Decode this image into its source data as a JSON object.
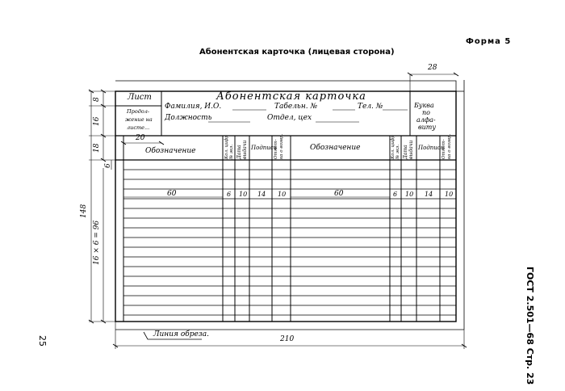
{
  "form_label": "Форма 5",
  "title": "Абонентская карточка (лицевая сторона)",
  "card": {
    "sheet_label": "Лист",
    "heading": "Абонентская карточка",
    "continuation": [
      "Продол-",
      "жение на",
      "листе..."
    ],
    "fields": {
      "name": "Фамилия, И.О.",
      "tab_no": "Табельн. №",
      "phone": "Тел. №",
      "position": "Должность",
      "department": "Отдел, цех"
    },
    "letter_box": [
      "Буква",
      "по",
      "алфа-",
      "виту"
    ],
    "columns_left": {
      "designation": "Обозначение",
      "qty": [
        "Кол. цифр",
        "№ экз."
      ],
      "date_issue": [
        "Дата",
        "выдачи"
      ],
      "signature": "Подпись",
      "return_mark": [
        "Отмет-",
        "ка о возвр."
      ]
    },
    "columns_right": {
      "designation": "Обозначение",
      "qty": [
        "Кол. цифр",
        "№ экз."
      ],
      "date_issue": [
        "Дата",
        "выдачи"
      ],
      "signature": "Подпись",
      "return_mark": [
        "Отмет-",
        "ка о возвр."
      ]
    },
    "body_rows": 16
  },
  "dimensions": {
    "width_top": "28",
    "d20": "20",
    "d8": "8",
    "d16": "16",
    "d18": "18",
    "d6": "6",
    "d148": "148",
    "rows": "16 × 6 = 96",
    "col_60": "60",
    "col_6": "6",
    "col_10": "10",
    "col_14": "14",
    "total_width": "210",
    "cut_line": "Линия обреза."
  },
  "side_text": "ГОСТ 2.501—68 Стр. 23",
  "page_number": "25"
}
